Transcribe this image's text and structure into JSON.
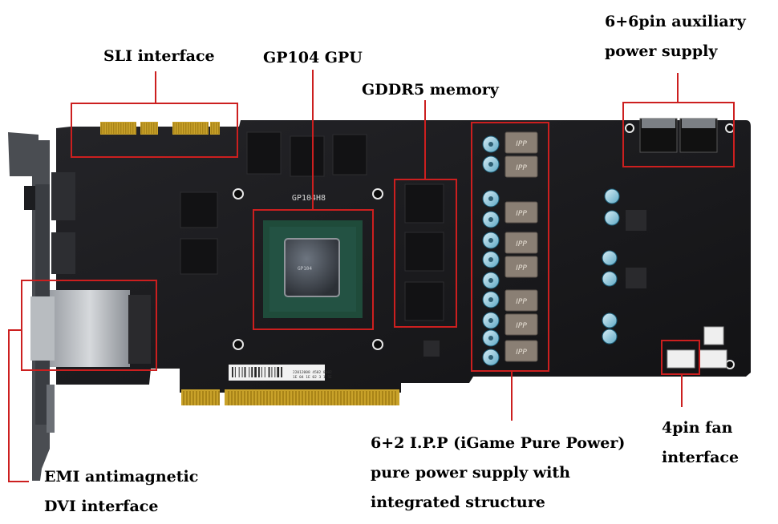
{
  "labels": {
    "sli": "SLI interface",
    "gpu": "GP104 GPU",
    "memory": "GDDR5 memory",
    "aux_line1": "6+6pin auxiliary",
    "aux_line2": "power supply",
    "fan_line1": "4pin fan",
    "fan_line2": "interface",
    "ipp_line1": "6+2 I.P.P (iGame Pure Power)",
    "ipp_line2": "pure power supply with",
    "ipp_line3": "integrated structure",
    "emi_line1": "EMI antimagnetic",
    "emi_line2": "DVI interface"
  },
  "board": {
    "chip_marking": "GP104H8",
    "chokes": [
      "IPP",
      "IPP",
      "IPP",
      "IPP",
      "IPP",
      "IPP",
      "IPP",
      "IPP"
    ],
    "sticker_line1": "22012008 4502 0002",
    "sticker_line2": "1E 04 1E 02 3 1'5E"
  },
  "colors": {
    "highlight": "#cc1f1f",
    "pcb": "#1a1a1c",
    "gold": "#c9a22a",
    "background": "#ffffff"
  }
}
